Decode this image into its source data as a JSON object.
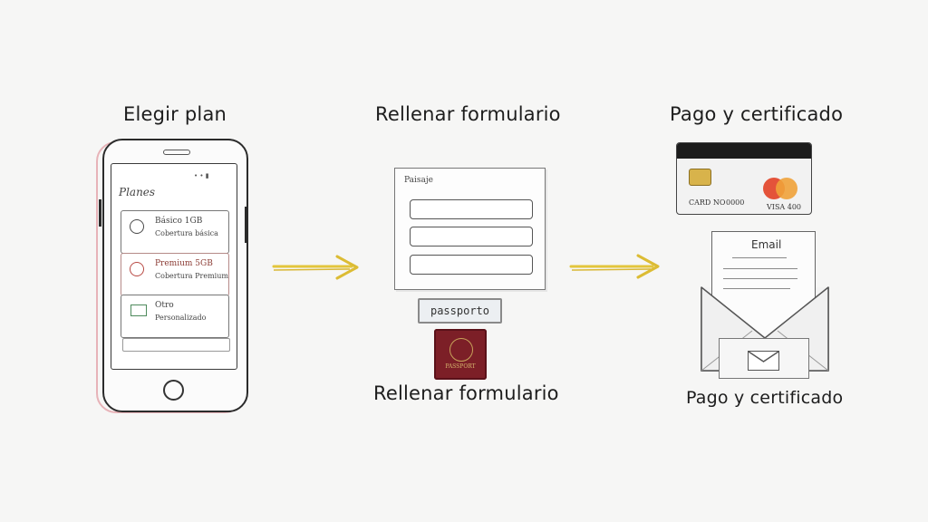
{
  "steps": [
    {
      "title": "Elegir plan"
    },
    {
      "title": "Rellenar formulario"
    },
    {
      "title": "Pago y certificado"
    }
  ],
  "phone": {
    "header": "Planes",
    "plans": [
      {
        "name": "Básico 1GB",
        "desc": "Cobertura básica",
        "icon": "circle-icon",
        "accent": "#6a8fb0"
      },
      {
        "name": "Premium 5GB",
        "desc": "Cobertura Premium",
        "icon": "alert-icon",
        "accent": "#b84a44"
      },
      {
        "name": "Otro",
        "desc": "Personalizado",
        "icon": "card-icon",
        "accent": "#4e8a5c"
      }
    ]
  },
  "form": {
    "label": "Paisaje",
    "field_count": 3,
    "passport_button": "passporto",
    "passport_cover": "PASSPORT"
  },
  "bottom_labels": {
    "form": "Rellenar formulario",
    "payment": "Pago y certificado"
  },
  "card": {
    "left_text": "CARD NO",
    "mid_text": "0000",
    "right_text": "VISA 400"
  },
  "email": {
    "label": "Email"
  },
  "colors": {
    "arrow": "#e3c53c",
    "phone_shadow": "#e7b3b8",
    "passport": "#7c1f27"
  }
}
